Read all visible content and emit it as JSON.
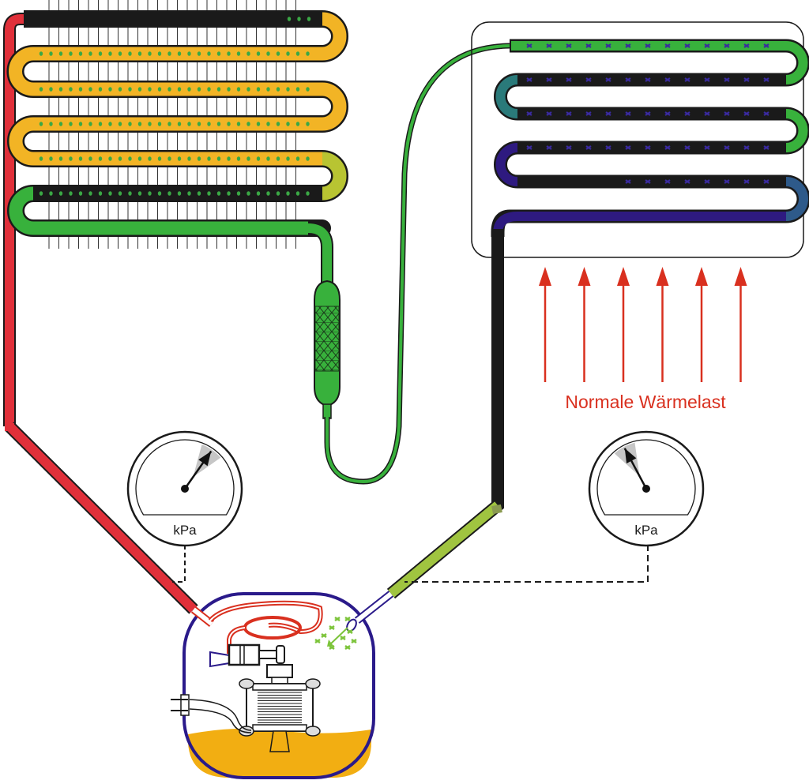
{
  "diagram": {
    "title": "Refrigeration cycle under normal heat load",
    "heat_load_label": "Normale Wärmelast",
    "components": {
      "condenser": "condenser",
      "filter_dryer": "filter-dryer",
      "capillary_tube": "capillary-tube",
      "evaporator": "evaporator",
      "compressor": "compressor"
    },
    "gauges": [
      {
        "id": "high-pressure-gauge",
        "unit": "kPa",
        "needle_level": 0.75
      },
      {
        "id": "low-pressure-gauge",
        "unit": "kPa",
        "needle_level": 0.3
      }
    ],
    "heat_arrows_count": 6,
    "colors": {
      "hot_gas": "#e0303a",
      "hot_gas_end": "#e5702a",
      "condensing": "#f2b425",
      "liquid": "#38b13c",
      "droplet": "#3aa845",
      "evaporating_start": "#2ea64a",
      "vapor": "#2e1a80",
      "suction_end": "#a8d03a",
      "heat": "#d9301f",
      "oil": "#f2ae12",
      "shell": "#2a1a8a",
      "gauge_sweep": "#b8b8b8"
    }
  }
}
